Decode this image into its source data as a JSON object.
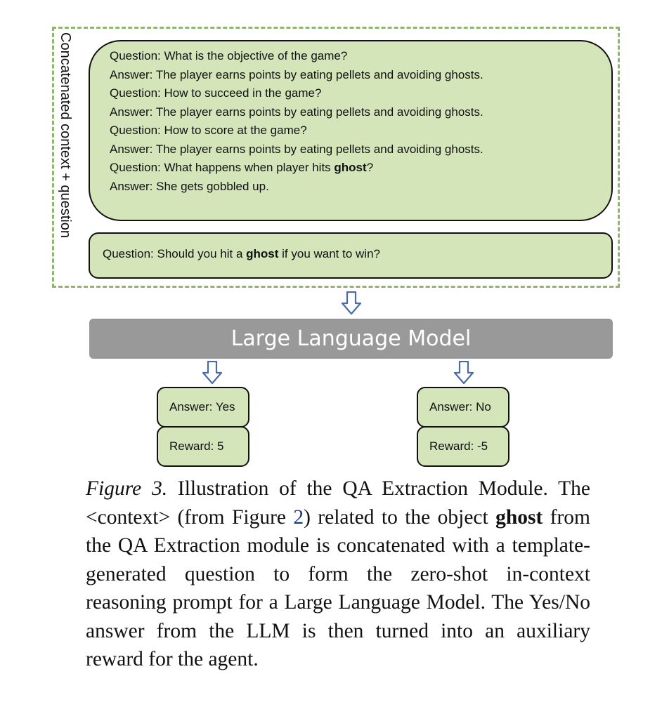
{
  "side_label": "Concatenated context + question",
  "context_lines": [
    {
      "text": "Question: What is the objective of the game?"
    },
    {
      "text": "Answer: The player earns points by eating pellets and avoiding ghosts."
    },
    {
      "text": "Question: How to succeed in the game?"
    },
    {
      "text": "Answer: The player earns points by eating pellets and avoiding ghosts."
    },
    {
      "text": "Question: How to score at the game?"
    },
    {
      "text": "Answer: The player earns points by eating pellets and avoiding ghosts."
    },
    {
      "pre": "Question: What happens when player hits ",
      "bold": "ghost",
      "post": "?"
    },
    {
      "text": "Answer: She gets gobbled up."
    }
  ],
  "question": {
    "pre": "Question: Should you hit a ",
    "bold": "ghost",
    "post": " if you want to win?"
  },
  "llm_label": "Large Language Model",
  "outputs": [
    {
      "answer": "Answer: Yes",
      "reward": "Reward: 5"
    },
    {
      "answer": "Answer: No",
      "reward": "Reward: -5"
    }
  ],
  "caption": {
    "fig_label": "Figure 3.",
    "part1": " Illustration of the QA Extraction Module. The <context> (from Figure ",
    "ref": "2",
    "part2": ") related to the object ",
    "bold": "ghost",
    "part3": " from the QA Extraction module is concatenated with a template-generated question to form the zero-shot in-context reasoning prompt for a Large Language Model. The Yes/No answer from the LLM is then turned into an auxiliary reward for the agent."
  },
  "colors": {
    "green_fill": "#d3e5b9",
    "dash_border": "#8fb56f",
    "llm_gray": "#999999",
    "arrow_blue": "#4a6aa8"
  }
}
